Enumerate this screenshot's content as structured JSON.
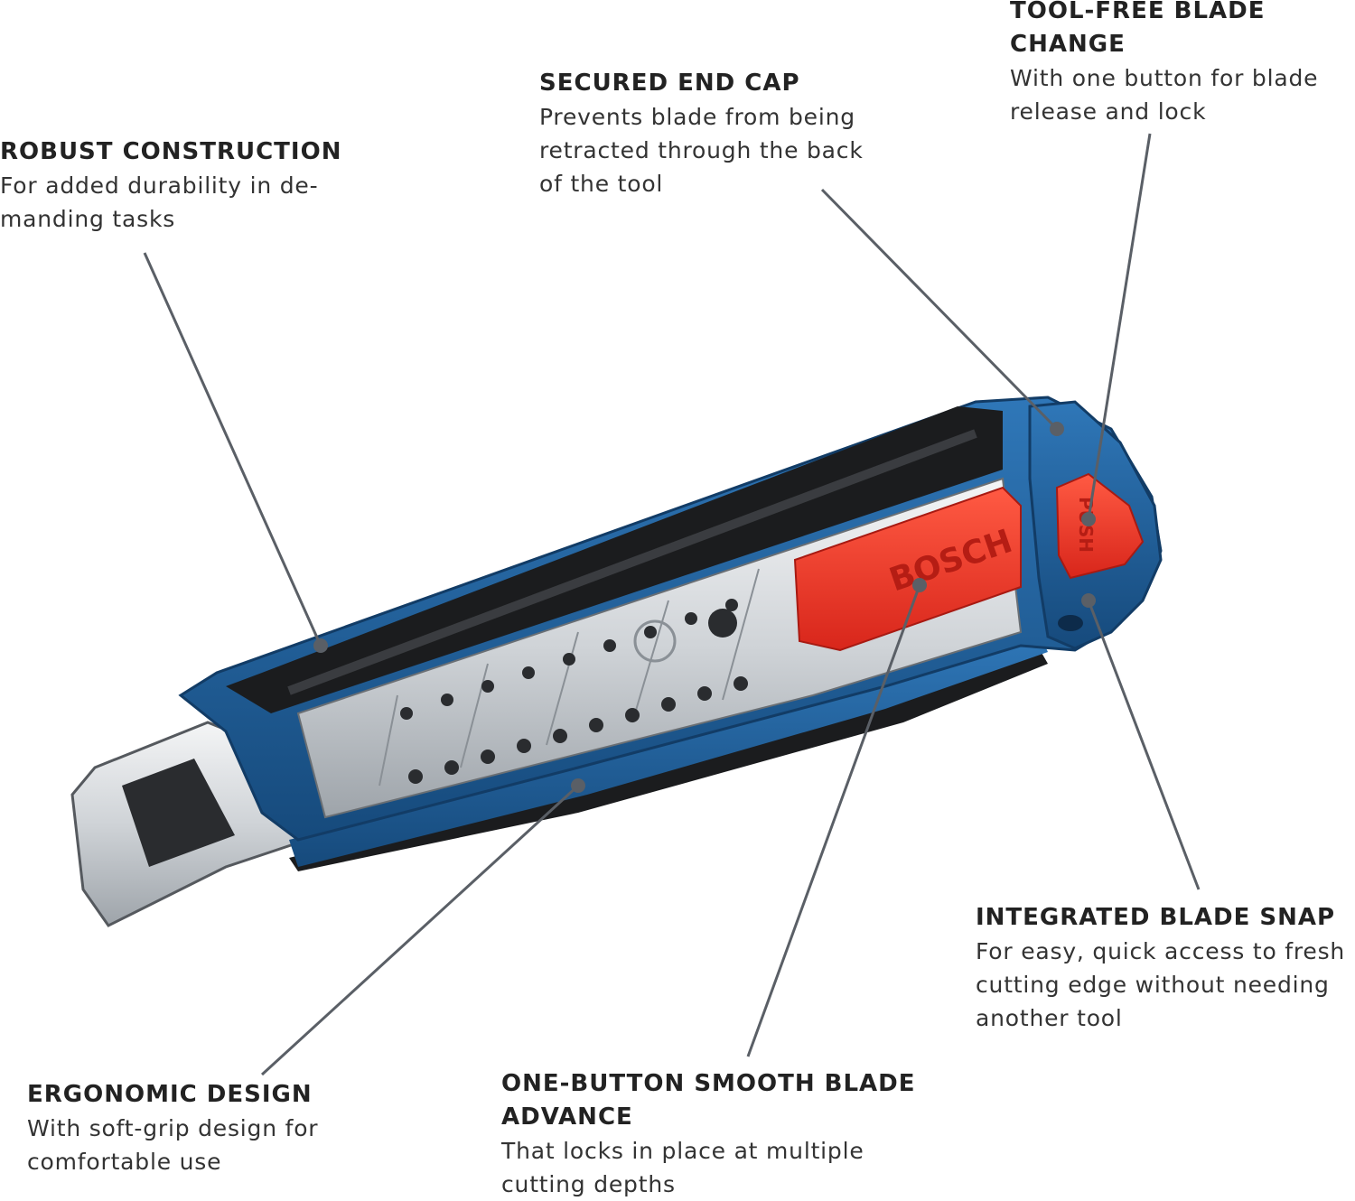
{
  "callouts": {
    "robust": {
      "title": "ROBUST CONSTRUCTION",
      "lines": [
        "For added durability in de-",
        "manding tasks"
      ]
    },
    "end_cap": {
      "title": "SECURED END CAP",
      "lines": [
        "Prevents blade from being",
        "retracted through the back",
        "of the tool"
      ]
    },
    "tool_free": {
      "title_lines": [
        "TOOL-FREE BLADE",
        "CHANGE"
      ],
      "lines": [
        "With one button for blade",
        "release and lock"
      ]
    },
    "blade_snap": {
      "title": "INTEGRATED BLADE SNAP",
      "lines": [
        "For easy, quick access to fresh",
        "cutting edge without needing",
        "another tool"
      ]
    },
    "ergonomic": {
      "title": "ERGONOMIC DESIGN",
      "lines": [
        "With soft-grip design for",
        "comfortable use"
      ]
    },
    "advance": {
      "title_lines": [
        "ONE-BUTTON SMOOTH BLADE",
        "ADVANCE"
      ],
      "lines": [
        "That locks in place at multiple",
        "cutting depths"
      ]
    }
  },
  "product": {
    "slider_text": "BOSCH",
    "button_text": "PUSH"
  },
  "colors": {
    "body_blue": "#1f5d98",
    "grip_black": "#1b1c1e",
    "accent_red": "#ee3a2a",
    "blade_steel": "#d9dcdf",
    "leader_line": "#5a5f66"
  }
}
